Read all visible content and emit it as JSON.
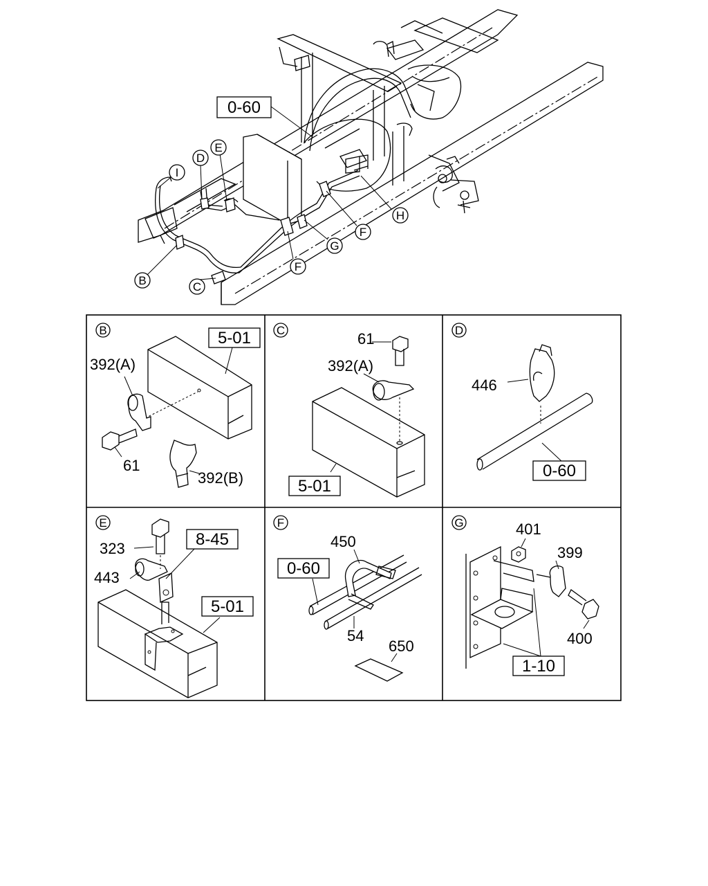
{
  "main_view": {
    "callouts": {
      "c1": "I",
      "c2": "D",
      "c3": "E",
      "c4": "B",
      "c5": "C",
      "c6": "F",
      "c7": "G",
      "c8": "F",
      "c9": "H"
    },
    "ref_box": "0-60"
  },
  "details": [
    {
      "letter": "B",
      "boxes": [
        "5-01"
      ],
      "labels": [
        "392(A)",
        "61",
        "392(B)"
      ]
    },
    {
      "letter": "C",
      "boxes": [
        "5-01"
      ],
      "labels": [
        "61",
        "392(A)"
      ]
    },
    {
      "letter": "D",
      "boxes": [
        "0-60"
      ],
      "labels": [
        "446"
      ]
    },
    {
      "letter": "E",
      "boxes": [
        "8-45",
        "5-01"
      ],
      "labels": [
        "323",
        "443"
      ]
    },
    {
      "letter": "F",
      "boxes": [
        "0-60"
      ],
      "labels": [
        "450",
        "54",
        "650"
      ]
    },
    {
      "letter": "G",
      "boxes": [
        "1-10"
      ],
      "labels": [
        "401",
        "399",
        "400"
      ]
    }
  ]
}
